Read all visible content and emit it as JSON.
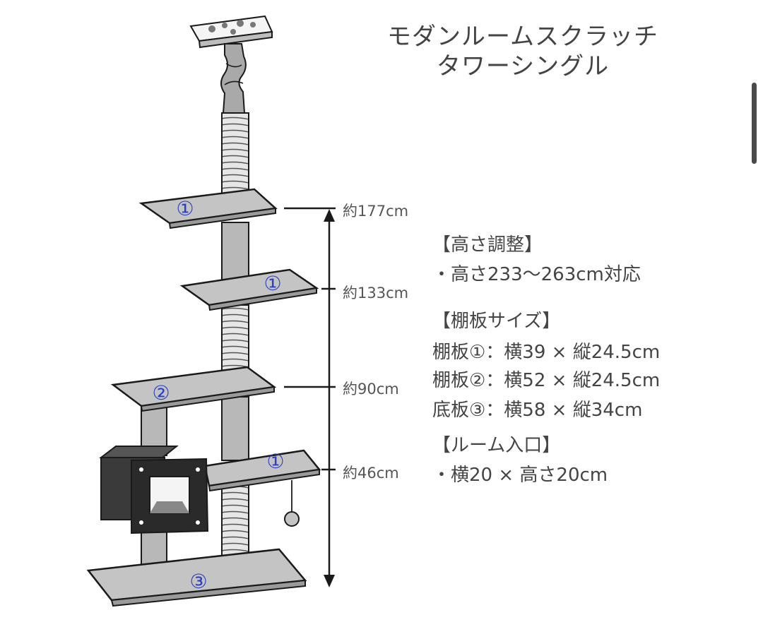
{
  "title": {
    "line1": "モダンルームスクラッチ",
    "line2": "タワーシングル"
  },
  "shelf_markers": {
    "shelf1": "①",
    "shelf2": "②",
    "shelf3": "③"
  },
  "height_labels": {
    "h177": "約177cm",
    "h133": "約133cm",
    "h90": "約90cm",
    "h46": "約46cm"
  },
  "specs": {
    "height_heading": "【高さ調整】",
    "height_value": "・高さ233～263cm対応",
    "shelf_heading": "【棚板サイズ】",
    "shelf1_size": "棚板①：横39 × 縦24.5cm",
    "shelf2_size": "棚板②：横52 × 縦24.5cm",
    "base_size": "底板③：横58 × 縦34cm",
    "entrance_heading": "【ルーム入口】",
    "entrance_value": "・横20 × 高さ20cm"
  },
  "colors": {
    "panel_fill": "#c4c4c4",
    "outline": "#1a1a1a",
    "marker_blue": "#2b3fc4",
    "room_dark": "#2a2a2a"
  }
}
